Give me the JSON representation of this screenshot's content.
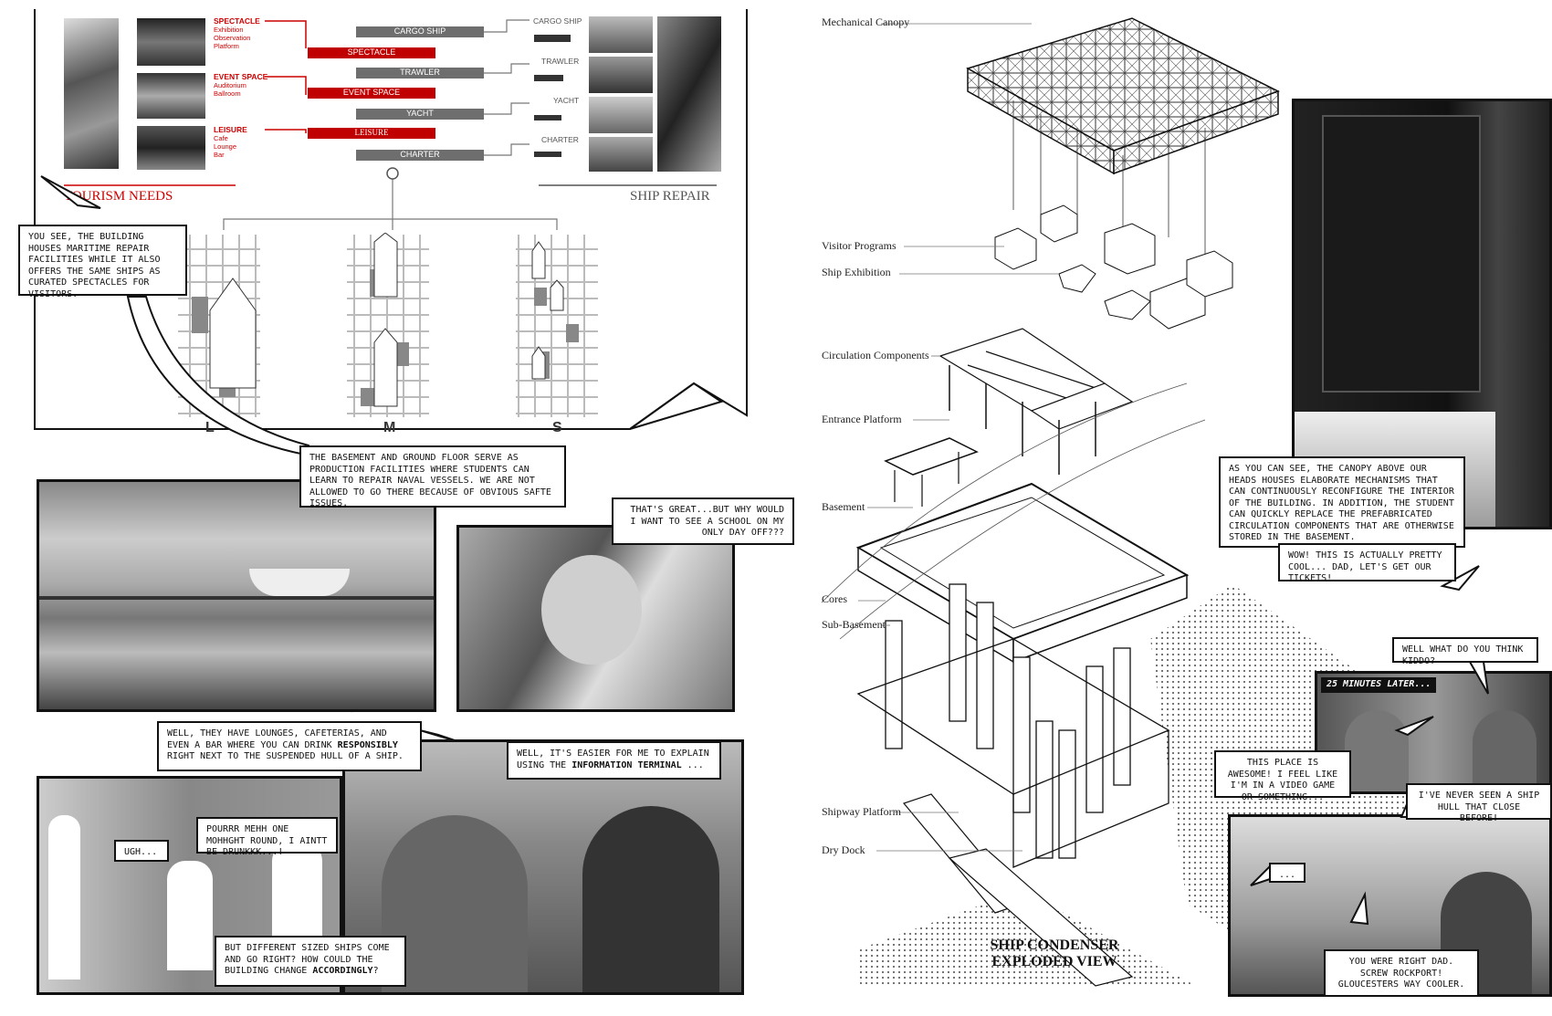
{
  "flow": {
    "tourism": [
      {
        "title": "SPECTACLE",
        "items": [
          "Exhibition",
          "Observation",
          "Platform"
        ]
      },
      {
        "title": "EVENT SPACE",
        "items": [
          "Auditorium",
          "Ballroom"
        ]
      },
      {
        "title": "LEISURE",
        "items": [
          "Cafe",
          "Lounge",
          "Bar"
        ]
      }
    ],
    "tourism_label": "TOURISM NEEDS",
    "ship_repair_label": "SHIP REPAIR",
    "ships_grey": [
      "CARGO SHIP",
      "TRAWLER",
      "YACHT",
      "CHARTER"
    ],
    "programs_red": [
      "SPECTACLE",
      "EVENT SPACE",
      "LEISURE"
    ],
    "ship_types": [
      "CARGO SHIP",
      "TRAWLER",
      "YACHT",
      "CHARTER"
    ],
    "sizes": [
      "L",
      "M",
      "S"
    ]
  },
  "bubbles": {
    "b1": "YOU SEE, THE BUILDING HOUSES MARITIME REPAIR FACILITIES WHILE IT ALSO OFFERS THE SAME SHIPS AS CURATED SPECTACLES FOR VISITORS.",
    "b2": "THE BASEMENT AND GROUND FLOOR SERVE AS PRODUCTION FACILITIES WHERE STUDENTS CAN LEARN TO REPAIR NAVAL VESSELS. WE ARE NOT ALLOWED TO GO THERE BECAUSE OF OBVIOUS SAFTE ISSUES.",
    "b3": "THAT'S GREAT...BUT WHY WOULD I WANT TO SEE A SCHOOL ON MY ONLY DAY OFF???",
    "b4_pre": "WELL, THEY HAVE LOUNGES, CAFETERIAS, AND EVEN A BAR WHERE YOU CAN DRINK",
    "b4_bold": "RESPONSIBLY",
    "b4_post": "RIGHT NEXT TO THE SUSPENDED HULL OF A SHIP.",
    "b5_pre": "WELL, IT'S EASIER FOR ME TO EXPLAIN USING THE",
    "b5_bold": "INFORMATION TERMINAL",
    "b5_post": "...",
    "b6": "UGH...",
    "b7": "POURRR MEHH ONE MOHHGHT ROUND, I AINTT BE DRUNKKK...!",
    "b8_pre": "BUT DIFFERENT SIZED SHIPS COME AND GO RIGHT? HOW COULD THE BUILDING CHANGE",
    "b8_bold": "ACCORDINGLY",
    "b8_post": "?",
    "b9": "AS YOU CAN SEE, THE CANOPY ABOVE OUR HEADS HOUSES ELABORATE MECHANISMS THAT CAN CONTINUOUSLY RECONFIGURE THE INTERIOR OF THE BUILDING. IN ADDITION, THE STUDENT CAN QUICKLY REPLACE THE PREFABRICATED CIRCULATION COMPONENTS THAT ARE OTHERWISE STORED IN THE BASEMENT.",
    "b10": "WOW! THIS IS ACTUALLY PRETTY COOL... DAD, LET'S GET OUR TICKETS!",
    "b11": "WELL WHAT DO YOU THINK KIDDO?",
    "b12": "25 MINUTES LATER...",
    "b13": "THIS PLACE IS AWESOME! I FEEL LIKE I'M IN A VIDEO GAME OR SOMETHING...",
    "b14": "I'VE NEVER SEEN A SHIP HULL THAT CLOSE BEFORE!",
    "b15": "...",
    "b16": "YOU WERE RIGHT DAD. SCREW ROCKPORT! GLOUCESTERS WAY COOLER."
  },
  "exploded": {
    "labels": [
      "Mechanical Canopy",
      "Visitor Programs",
      "Ship Exhibition",
      "Circulation Components",
      "Entrance Platform",
      "Basement",
      "Cores",
      "Sub-Basement",
      "Shipway Platform",
      "Dry Dock"
    ],
    "title_line1": "SHIP CONDENSER",
    "title_line2": "EXPLODED VIEW"
  },
  "colors": {
    "accent": "#c00000",
    "bar_grey": "#6e6e6e"
  }
}
